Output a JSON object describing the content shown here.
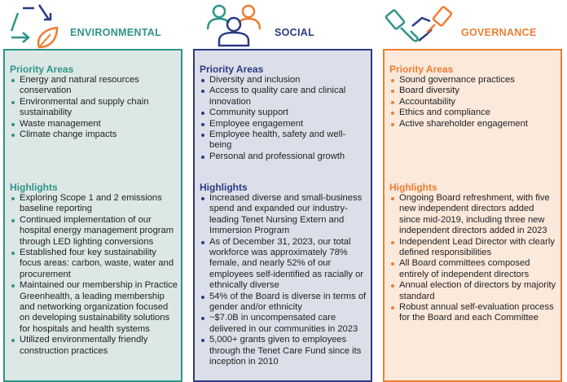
{
  "environmental": {
    "title": "ENVIRONMENTAL",
    "priority_title": "Priority Areas",
    "priority_items": [
      "Energy and natural resources conservation",
      "Environmental and supply chain sustainability",
      "Waste management",
      "Climate change impacts"
    ],
    "highlights_title": "Highlights",
    "highlights_items": [
      "Exploring Scope 1 and 2 emissions baseline reporting",
      "Continued implementation of our hospital energy management program through LED lighting conversions",
      "Established four key sustainability focus areas: carbon, waste, water and procurement",
      "Maintained our membership in Practice Greenhealth, a leading membership and networking organization focused on developing sustainability solutions for hospitals and health systems",
      "Utilized environmentally friendly construction practices"
    ]
  },
  "social": {
    "title": "SOCIAL",
    "priority_title": "Priority Areas",
    "priority_items": [
      "Diversity and inclusion",
      "Access to quality care and clinical innovation",
      "Community support",
      "Employee engagement",
      "Employee health, safety and well-being",
      "Personal and professional growth"
    ],
    "highlights_title": "Highlights",
    "highlights_items": [
      "Increased diverse and small-business spend and expanded our industry-leading Tenet Nursing Extern and Immersion Program",
      "As of December 31, 2023, our total workforce was approximately 78% female, and nearly 52% of our employees self-identified as racially or ethnically diverse",
      "54% of the Board is diverse in terms of gender and/or ethnicity",
      "~$7.0B in uncompensated care delivered in our communities in 2023",
      "5,000+ grants given to employees through the Tenet Care Fund since its inception in 2010"
    ]
  },
  "governance": {
    "title": "GOVERNANCE",
    "priority_title": "Priority Areas",
    "priority_items": [
      "Sound governance practices",
      "Board diversity",
      "Accountability",
      "Ethics and compliance",
      "Active shareholder engagement"
    ],
    "highlights_title": "Highlights",
    "highlights_items": [
      "Ongoing Board refreshment, with five new independent directors added since mid-2019, including three new independent directors added in 2023",
      "Independent Lead Director with clearly defined responsibilities",
      "All Board committees composed entirely of independent directors",
      "Annual election of directors by majority standard",
      "Robust annual self-evaluation process for the Board and each Committee"
    ]
  },
  "colors": {
    "environmental": "#2e9488",
    "social": "#2b3a85",
    "governance": "#ed7d31"
  },
  "icons": {
    "environmental": "recycle-leaf-icon",
    "social": "people-group-icon",
    "governance": "handshake-icon"
  }
}
